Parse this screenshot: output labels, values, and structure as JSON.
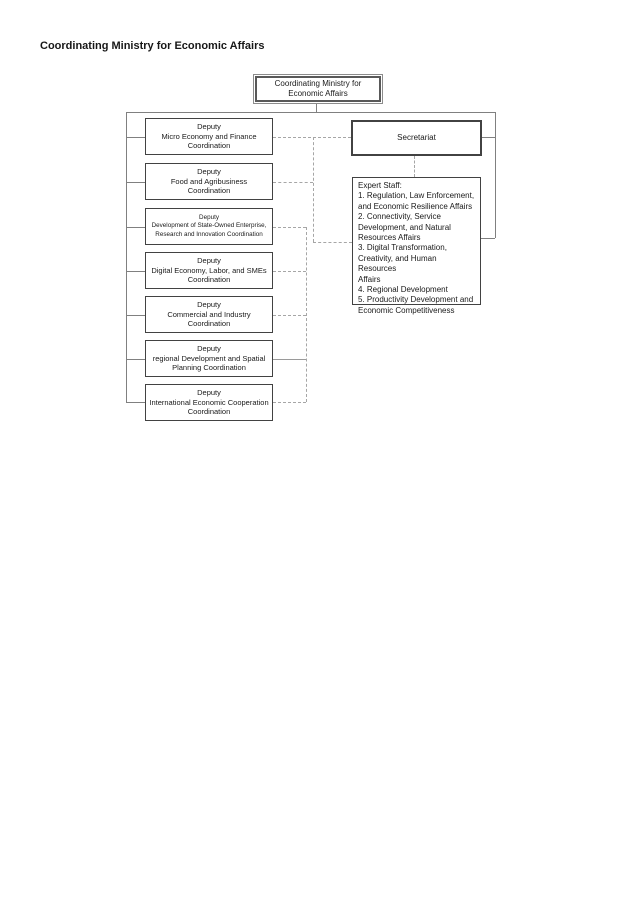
{
  "page": {
    "title": "Coordinating Ministry for Economic Affairs"
  },
  "chart": {
    "type": "org-chart",
    "root": "Coordinating Ministry for\nEconomic Affairs",
    "secretariat": "Secretariat",
    "expert_staff": "Expert Staff:\n1. Regulation, Law Enforcement,\nand Economic Resilience Affairs\n2. Connectivity, Service\nDevelopment, and Natural\nResources Affairs\n3. Digital Transformation,\nCreativity, and Human Resources\nAffairs\n4. Regional Development\n5. Productivity Development and\nEconomic Competitiveness",
    "deputies": [
      "Deputy\nMicro Economy and Finance\nCoordination",
      "Deputy\nFood and Agribusiness Coordination",
      "Deputy\nDevelopment of State-Owned Enterprise,\nResearch and Innovation Coordination",
      "Deputy\nDigital Economy, Labor, and SMEs\nCoordination",
      "Deputy\nCommercial and Industry Coordination",
      "Deputy\nregional Development and Spatial\nPlanning Coordination",
      "Deputy\nInternational Economic Cooperation\nCoordination"
    ],
    "colors": {
      "box_border": "#424242",
      "root_box_border": "#595959",
      "connector_solid": "#808080",
      "connector_dashed": "#a6a6a6",
      "background": "#ffffff",
      "text": "#1a1a1a"
    }
  }
}
